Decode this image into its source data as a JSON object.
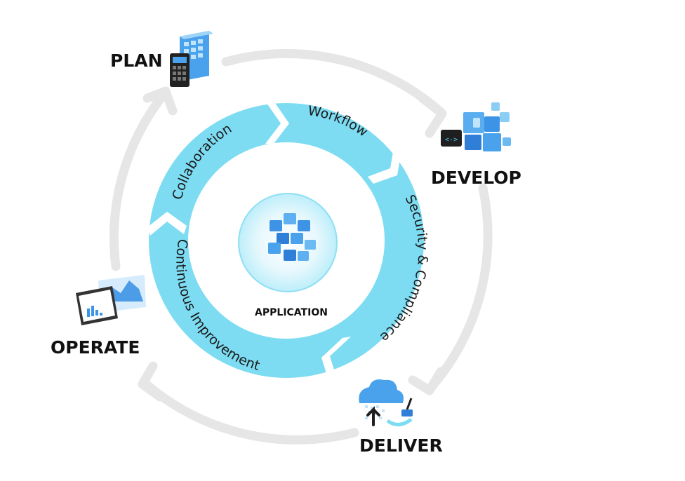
{
  "phases": {
    "plan": "PLAN",
    "develop": "DEVELOP",
    "deliver": "DELIVER",
    "operate": "OPERATE"
  },
  "ring": {
    "collaboration": "Collaboration",
    "workflow": "Workflow",
    "security": "Security & Compliance",
    "improvement": "Continuous Improvement"
  },
  "center": {
    "label": "APPLICATION"
  },
  "icons": {
    "plan": "calculator-calendar-icon",
    "develop": "code-cubes-icon",
    "deliver": "cloud-upload-icon",
    "operate": "monitor-chart-icon",
    "center": "application-cubes-icon"
  },
  "colors": {
    "ring": "#7ddcf2",
    "center_glow": "#c9f1fb",
    "outer_arrows": "#e6e6e6",
    "icon_blue": "#2f88e0"
  }
}
